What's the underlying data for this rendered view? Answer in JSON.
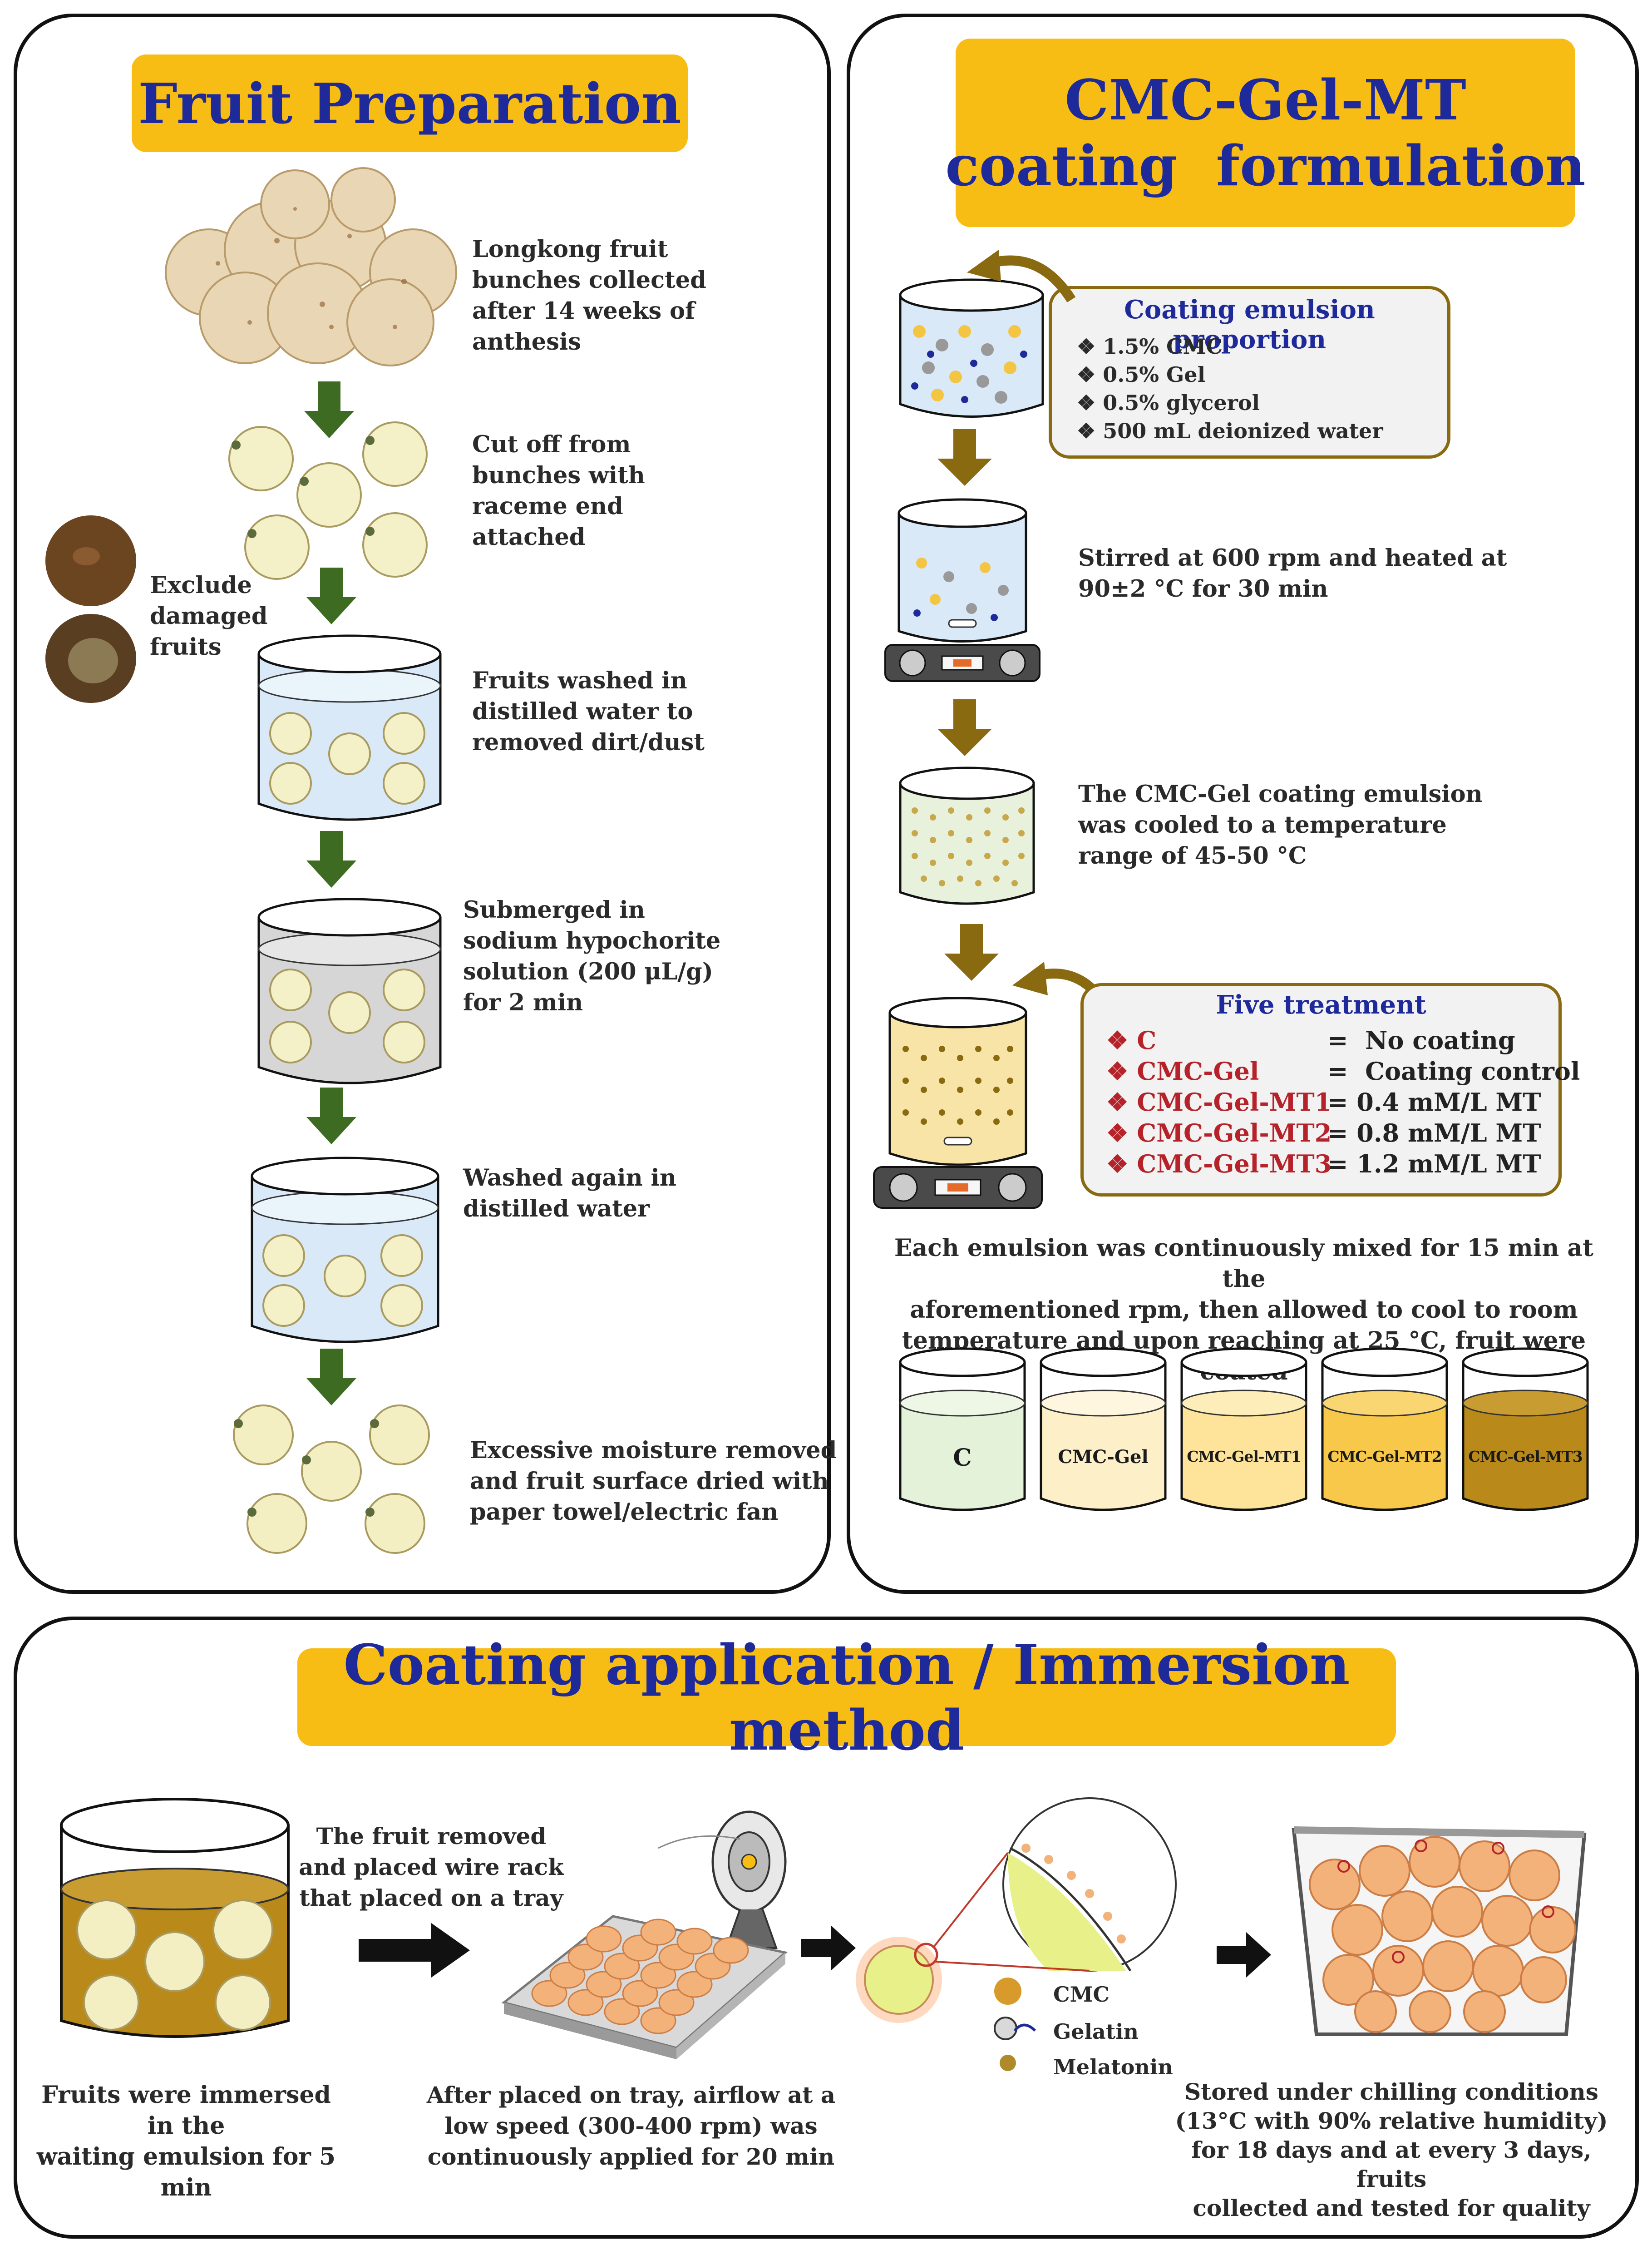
{
  "panels": {
    "fruit_prep": {
      "title": "Fruit Preparation",
      "steps": [
        "Longkong fruit\nbunches collected\nafter 14 weeks of\nanthesis",
        "Cut off from\nbunches with\nraceme end\nattached",
        "Fruits washed in\ndistilled water to\nremoved dirt/dust",
        "Submerged in\nsodium hypochorite\nsolution (200 μL/g)\nfor 2 min",
        "Washed again in\ndistilled water",
        "Excessive moisture removed\nand fruit surface dried with\npaper towel/electric fan"
      ],
      "exclude_label": "Exclude\ndamaged\nfruits"
    },
    "formulation": {
      "title_line1": "CMC-Gel-MT",
      "title_line2": "coating  formulation",
      "proportion_title": "Coating emulsion proportion",
      "proportion_items": [
        "1.5% CMC",
        "0.5% Gel",
        "0.5% glycerol",
        "500 mL deionized water"
      ],
      "stir_text": "Stirred at 600 rpm and heated at\n90±2 °C for 30 min",
      "cool_text": "The CMC-Gel coating emulsion\nwas cooled to a temperature\nrange of 45-50 °C",
      "treatment_title": "Five treatment",
      "treatments": [
        {
          "name": "C",
          "eq": "=  No coating"
        },
        {
          "name": "CMC-Gel",
          "eq": "=  Coating control"
        },
        {
          "name": "CMC-Gel-MT1",
          "eq": "= 0.4 mM/L MT"
        },
        {
          "name": "CMC-Gel-MT2",
          "eq": "= 0.8 mM/L MT"
        },
        {
          "name": "CMC-Gel-MT3",
          "eq": "= 1.2 mM/L MT"
        }
      ],
      "mix_text": "Each emulsion was continuously mixed for 15 min at the\naforementioned rpm, then allowed to cool to room\ntemperature and upon reaching at 25 °C, fruit were coated",
      "beakers": [
        {
          "label": "C",
          "color": "#e3f2d9"
        },
        {
          "label": "CMC-Gel",
          "color": "#fdf0c9"
        },
        {
          "label": "CMC-Gel-MT1",
          "color": "#fde49a"
        },
        {
          "label": "CMC-Gel-MT2",
          "color": "#f7c84a"
        },
        {
          "label": "CMC-Gel-MT3",
          "color": "#b98a1a"
        }
      ]
    },
    "application": {
      "title": "Coating application / Immersion method",
      "immerse_text": "Fruits were immersed in the\nwaiting emulsion for 5 min",
      "rack_text": "The fruit removed\nand placed wire rack\nthat placed on a tray",
      "airflow_text": "After placed on tray, airflow at a\nlow speed (300-400 rpm) was\ncontinuously applied for 20 min",
      "legend": [
        "CMC",
        "Gelatin",
        "Melatonin"
      ],
      "store_text": "Stored under chilling conditions\n(13°C with 90% relative humidity)\nfor 18 days and at every 3 days, fruits\ncollected and tested for quality"
    }
  },
  "colors": {
    "banner": "#f7bd14",
    "title_text": "#1f2a9a",
    "green_arrow": "#3d6b22",
    "brown_arrow": "#8a6a10",
    "treatment_red": "#b5222a"
  }
}
